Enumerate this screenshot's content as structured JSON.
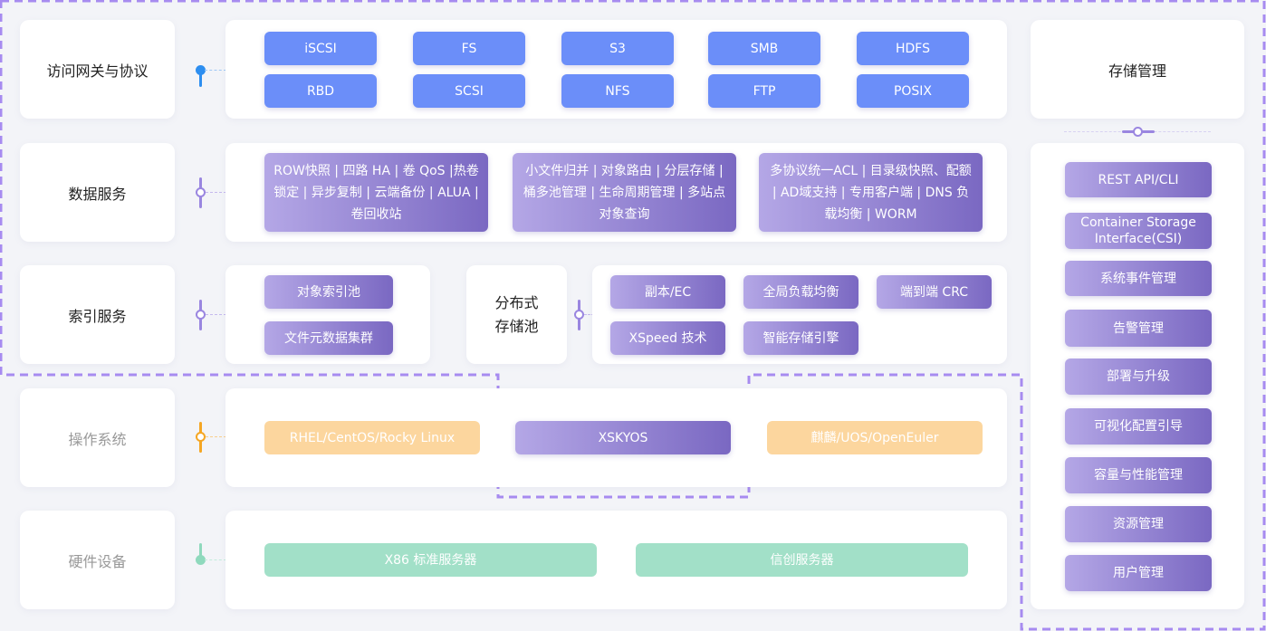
{
  "rows": {
    "gateway": {
      "label": "访问网关与协议"
    },
    "data_service": {
      "label": "数据服务"
    },
    "index_service": {
      "label": "索引服务"
    },
    "os": {
      "label": "操作系统"
    },
    "hardware": {
      "label": "硬件设备"
    }
  },
  "protocols": [
    "iSCSI",
    "FS",
    "S3",
    "SMB",
    "HDFS",
    "RBD",
    "SCSI",
    "NFS",
    "FTP",
    "POSIX"
  ],
  "data_services": [
    "ROW快照 | 四路 HA | 卷 QoS |热卷锁定 | 异步复制 | 云端备份 | ALUA | 卷回收站",
    "小文件归并 | 对象路由 | 分层存储 | 桶多池管理 | 生命周期管理 | 多站点对象查询",
    "多协议统一ACL | 目录级快照、配额 | AD域支持 | 专用客户端 | DNS 负载均衡 | WORM"
  ],
  "index_items": [
    "对象索引池",
    "文件元数据集群"
  ],
  "distributed_pool": {
    "line1": "分布式",
    "line2": "存储池"
  },
  "pool_features": [
    "副本/EC",
    "全局负载均衡",
    "端到端 CRC",
    "XSpeed 技术",
    "智能存储引擎"
  ],
  "os_items": [
    "RHEL/CentOS/Rocky Linux",
    "XSKYOS",
    "麒麟/UOS/OpenEuler"
  ],
  "hardware_items": [
    "X86 标准服务器",
    "信创服务器"
  ],
  "storage_management": {
    "title": "存储管理",
    "items": [
      "REST API/CLI",
      "Container Storage Interface(CSI)",
      "系统事件管理",
      "告警管理",
      "部署与升级",
      "可视化配置引导",
      "容量与性能管理",
      "资源管理",
      "用户管理"
    ]
  },
  "colors": {
    "blue": "#6b8ef9",
    "purple_start": "#b4a7e6",
    "purple_end": "#7a68c2",
    "orange": "#fcd69e",
    "green": "#a2e0c8",
    "dashed_border": "#a78bf0",
    "connector_blue": "#2d8ef0",
    "connector_purple": "#9a86e0",
    "connector_orange": "#f5a623",
    "connector_green": "#8fd9bd"
  }
}
